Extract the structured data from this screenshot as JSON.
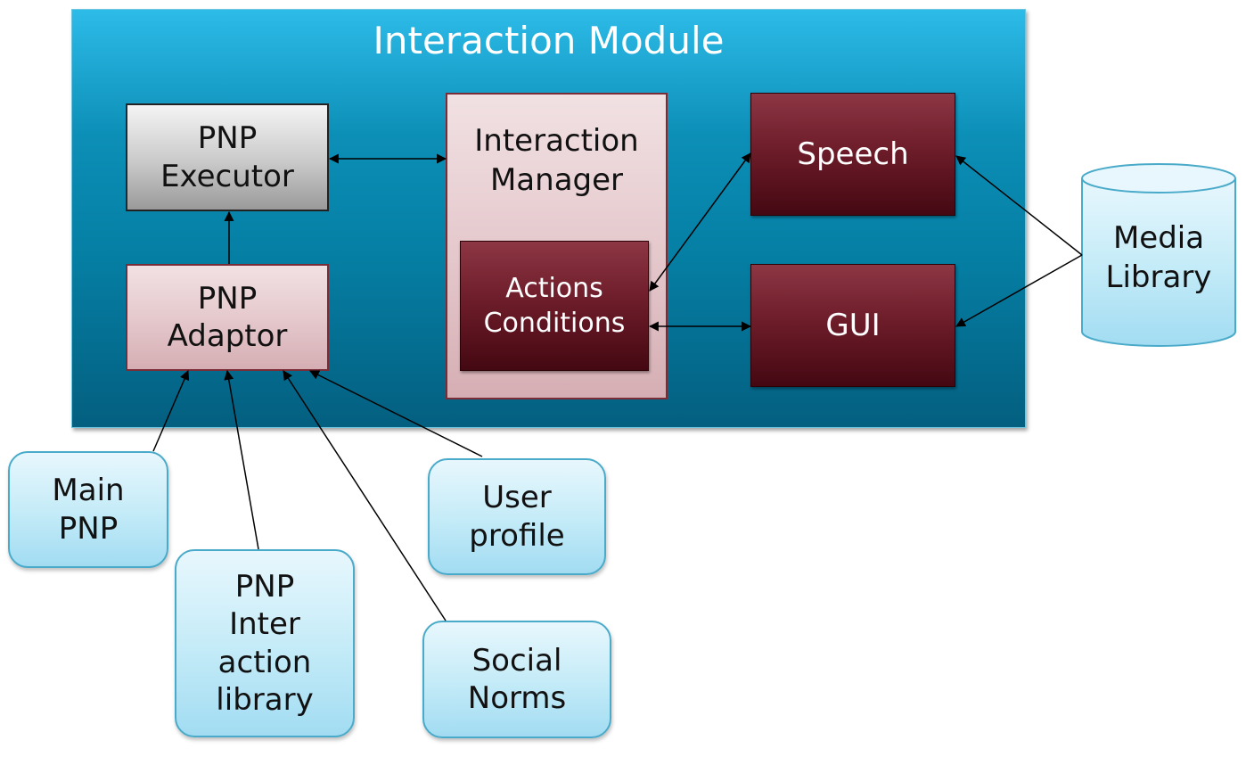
{
  "module": {
    "title": "Interaction Module"
  },
  "nodes": {
    "pnp_executor": [
      "PNP",
      "Executor"
    ],
    "pnp_adaptor": [
      "PNP",
      "Adaptor"
    ],
    "interaction_manager": [
      "Interaction",
      "Manager"
    ],
    "actions_conditions": [
      "Actions",
      "Conditions"
    ],
    "speech": "Speech",
    "gui": "GUI",
    "media_library": [
      "Media",
      "Library"
    ],
    "main_pnp": [
      "Main",
      "PNP"
    ],
    "pnp_interaction_library": [
      "PNP",
      "Inter",
      "action",
      "library"
    ],
    "user_profile": [
      "User",
      "profile"
    ],
    "social_norms": [
      "Social",
      "Norms"
    ]
  },
  "colors": {
    "module_top": "#2dbbe8",
    "module_bottom": "#045f80",
    "maroon": "#6e1d2a",
    "pink": "#e4c7cb",
    "light_blue": "#c6ecf8",
    "grey": "#c9c9c9"
  }
}
